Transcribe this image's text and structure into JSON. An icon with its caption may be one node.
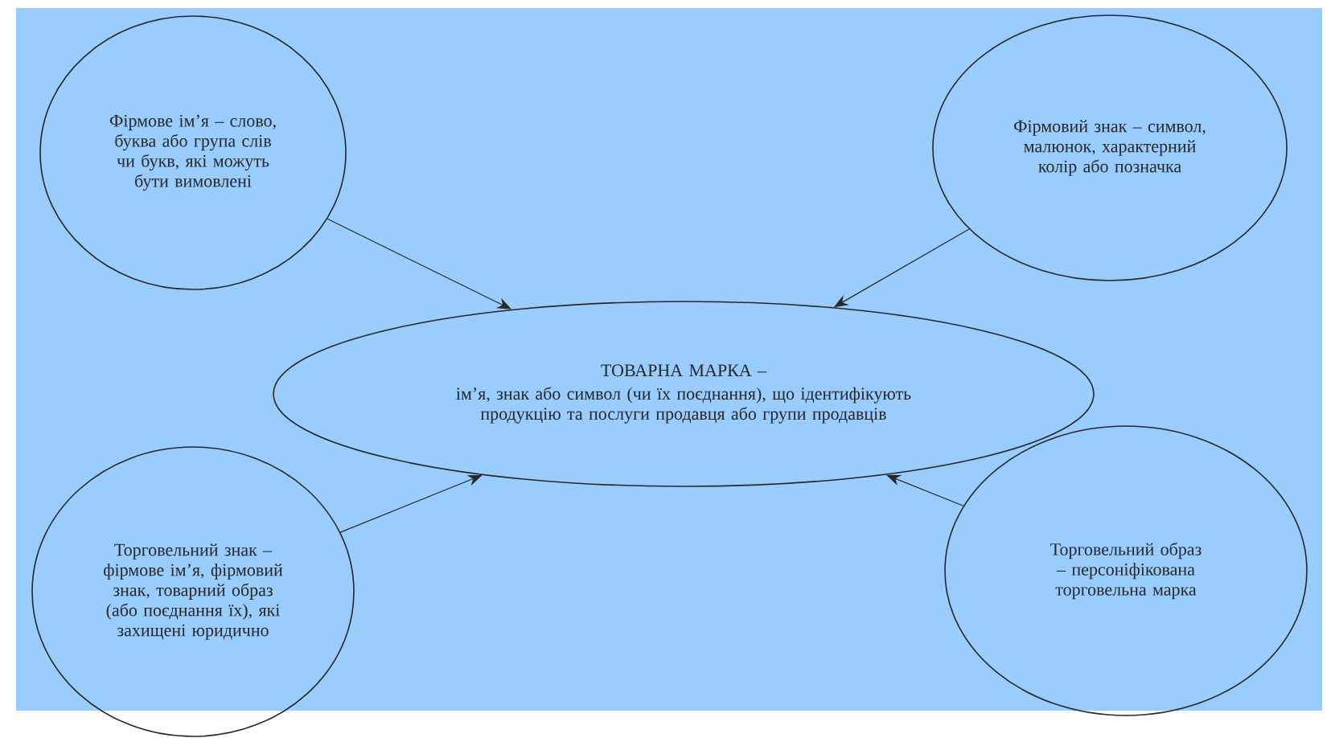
{
  "diagram": {
    "nodes": [
      {
        "text": [
          "Фірмове ім’я – слово, буква або група слів чи букв, які можуть бути вимовлені"
        ]
      },
      {
        "text": [
          "Фірмовий знак – символ, малюнок, характерний колір або позначка"
        ]
      },
      {
        "text": [
          "ТОВАРНА МАРКА –",
          "ім’я, знак або символ (чи їх поєднання), що ідентифікують продукцію та послуги продавця або групи продавців"
        ]
      },
      {
        "text": [
          "Торговельний знак – фірмове ім’я, фірмовий знак, товарний образ (або поєднання їх), які захищені юридично"
        ]
      },
      {
        "text": [
          "Торговельний образ – персоніфікована торговельна марка"
        ]
      }
    ],
    "edges": [
      {
        "from": 0,
        "to": 2,
        "arrow": "to"
      },
      {
        "from": 1,
        "to": 2,
        "arrow": "to"
      },
      {
        "from": 3,
        "to": 2,
        "arrow": "to"
      },
      {
        "from": 4,
        "to": 2,
        "arrow": "to"
      }
    ]
  }
}
